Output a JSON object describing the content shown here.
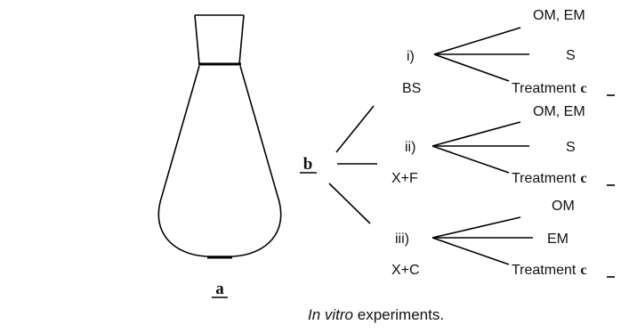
{
  "flask_label": "a",
  "branch_label": "b",
  "groups": [
    {
      "number": "i)",
      "sample": "BS",
      "outputs": [
        "OM,  EM",
        "S",
        "Treatment"
      ]
    },
    {
      "number": "ii)",
      "sample": "X+F",
      "outputs": [
        "OM, EM",
        "S",
        "Treatment"
      ]
    },
    {
      "number": "iii)",
      "sample": "X+C",
      "outputs": [
        "OM",
        "EM",
        "Treatment"
      ]
    }
  ],
  "treatment_suffix": "c",
  "caption": {
    "italic": "In vitro",
    "rest": " experiments."
  }
}
